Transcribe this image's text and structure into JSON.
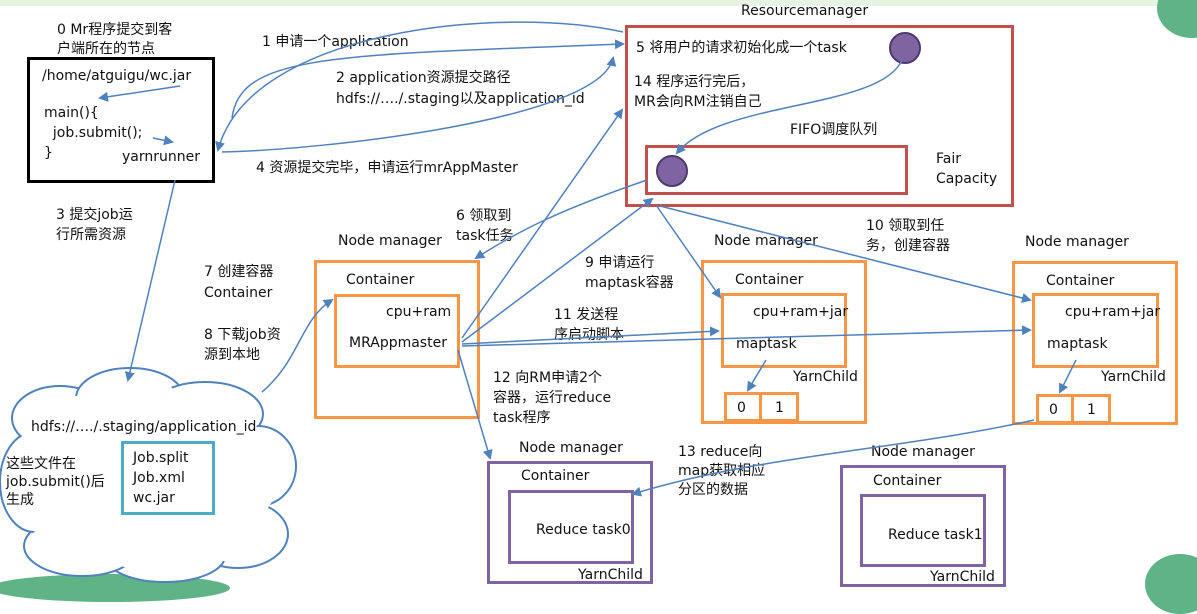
{
  "client": {
    "node_note": "0 Mr程序提交到客\n户端所在的节点",
    "path": "/home/atguigu/wc.jar",
    "code": "main(){\n  job.submit();\n}",
    "runner": "yarnrunner"
  },
  "steps": {
    "s1": "1 申请一个application",
    "s2": "2 application资源提交路径\nhdfs://…./.staging以及application_id",
    "s3": "3 提交job运\n行所需资源",
    "s4": "4 资源提交完毕，申请运行mrAppMaster",
    "s5": "5 将用户的请求初始化成一个task",
    "s6": "6 领取到\ntask任务",
    "s7": "7 创建容器\nContainer",
    "s8": "8 下载job资\n源到本地",
    "s9": "9 申请运行\nmaptask容器",
    "s10": "10 领取到任\n务，创建容器",
    "s11": "11 发送程\n序启动脚本",
    "s12": "12 向RM申请2个\n容器，运行reduce\ntask程序",
    "s13": "13 reduce向\nmap获取相应\n分区的数据",
    "s14": "14 程序运行完后，\nMR会向RM注销自己"
  },
  "resource_manager": {
    "title": "Resourcemanager",
    "queue_title": "FIFO调度队列",
    "schedulers": "Fair\nCapacity"
  },
  "nm_am": {
    "title": "Node manager",
    "container": "Container",
    "resource": "cpu+ram",
    "app": "MRAppmaster"
  },
  "nm_map1": {
    "title": "Node manager",
    "container": "Container",
    "resource": "cpu+ram+jar",
    "task": "maptask",
    "child": "YarnChild",
    "partitions": [
      "0",
      "1"
    ]
  },
  "nm_map2": {
    "title": "Node manager",
    "container": "Container",
    "resource": "cpu+ram+jar",
    "task": "maptask",
    "child": "YarnChild",
    "partitions": [
      "0",
      "1"
    ]
  },
  "nm_reduce0": {
    "title": "Node manager",
    "container": "Container",
    "task": "Reduce task0",
    "child": "YarnChild"
  },
  "nm_reduce1": {
    "title": "Node manager",
    "container": "Container",
    "task": "Reduce task1",
    "child": "YarnChild"
  },
  "hdfs": {
    "path": "hdfs://…./.staging/application_id",
    "note": "这些文件在\njob.submit()后\n生成",
    "files": [
      "Job.split",
      "Job.xml",
      "wc.jar"
    ]
  },
  "colors": {
    "rm_border": "#c0504d",
    "nm_border": "#f79646",
    "reduce_border": "#8064a2",
    "files_border": "#4bacc6",
    "arrow": "#4f81bd"
  }
}
